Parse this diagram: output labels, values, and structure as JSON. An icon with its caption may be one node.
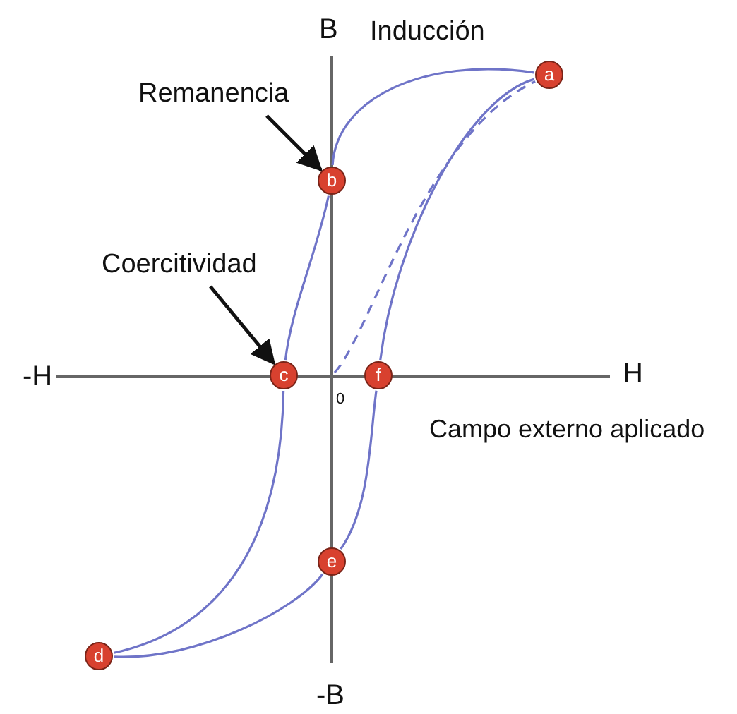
{
  "diagram": {
    "nodes": [
      {
        "text": [
          "a"
        ]
      },
      {
        "text": [
          "b"
        ]
      },
      {
        "text": [
          "c"
        ]
      },
      {
        "text": [
          "d"
        ]
      },
      {
        "text": [
          "e"
        ]
      },
      {
        "text": [
          "f"
        ]
      },
      {
        "text": [
          "Remanencia"
        ]
      },
      {
        "text": [
          "Coercitividad"
        ]
      }
    ],
    "edges": [
      {
        "from": 6,
        "to": 1,
        "arrow": "to",
        "color": "#111111"
      },
      {
        "from": 7,
        "to": 2,
        "arrow": "to",
        "color": "#111111"
      },
      {
        "from": 0,
        "to": 1,
        "arrow": "none"
      },
      {
        "from": 1,
        "to": 2,
        "arrow": "none"
      },
      {
        "from": 2,
        "to": 3,
        "arrow": "none"
      },
      {
        "from": 3,
        "to": 4,
        "arrow": "none"
      },
      {
        "from": 4,
        "to": 5,
        "arrow": "none"
      },
      {
        "from": 5,
        "to": 0,
        "arrow": "none"
      },
      {
        "from": null,
        "to": 0,
        "arrow": "none",
        "style": "dashed"
      }
    ],
    "labels": [
      "B",
      "Inducción",
      "-H",
      "H",
      "0",
      "Campo externo aplicado",
      "-B"
    ]
  }
}
